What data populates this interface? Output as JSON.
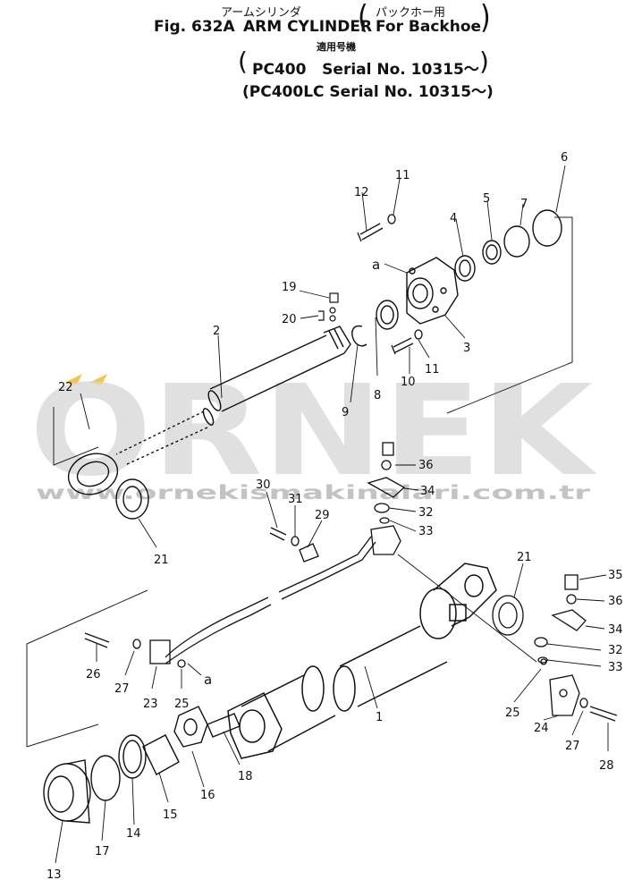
{
  "header": {
    "line1_jp": "アームシリンダ",
    "line1_jp_paren": "パックホー用",
    "line2_prefix": "Fig. 632A",
    "line2_title": "ARM CYLINDER",
    "line2_paren": "For Backhoe",
    "line3_jp": "適用号機",
    "line4": "PC400   Serial No. 10315～",
    "line5": "(PC400LC Serial No. 10315～)"
  },
  "watermark": {
    "brand": "ORNEK",
    "url": "www.ornekismakinalari.com.tr"
  },
  "callout_a": "a",
  "parts": [
    {
      "num": "1"
    },
    {
      "num": "2"
    },
    {
      "num": "3"
    },
    {
      "num": "4"
    },
    {
      "num": "5"
    },
    {
      "num": "6"
    },
    {
      "num": "7"
    },
    {
      "num": "8"
    },
    {
      "num": "9"
    },
    {
      "num": "10"
    },
    {
      "num": "11"
    },
    {
      "num": "11"
    },
    {
      "num": "12"
    },
    {
      "num": "13"
    },
    {
      "num": "14"
    },
    {
      "num": "15"
    },
    {
      "num": "16"
    },
    {
      "num": "17"
    },
    {
      "num": "18"
    },
    {
      "num": "19"
    },
    {
      "num": "20"
    },
    {
      "num": "21"
    },
    {
      "num": "21"
    },
    {
      "num": "22"
    },
    {
      "num": "23"
    },
    {
      "num": "24"
    },
    {
      "num": "25"
    },
    {
      "num": "25"
    },
    {
      "num": "26"
    },
    {
      "num": "27"
    },
    {
      "num": "27"
    },
    {
      "num": "28"
    },
    {
      "num": "29"
    },
    {
      "num": "30"
    },
    {
      "num": "31"
    },
    {
      "num": "32"
    },
    {
      "num": "32"
    },
    {
      "num": "33"
    },
    {
      "num": "33"
    },
    {
      "num": "34"
    },
    {
      "num": "34"
    },
    {
      "num": "35"
    },
    {
      "num": "36"
    },
    {
      "num": "36"
    }
  ]
}
